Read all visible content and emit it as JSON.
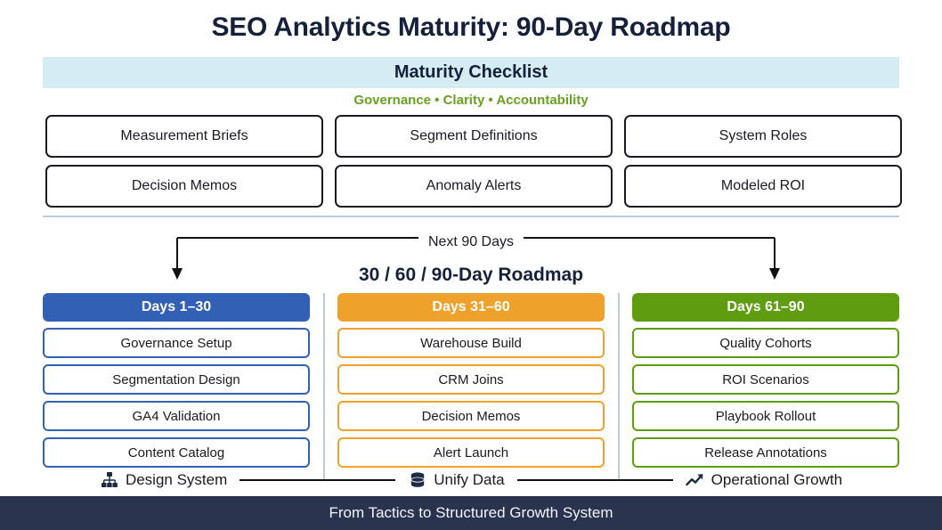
{
  "title": "SEO Analytics Maturity: 90-Day Roadmap",
  "checklist": {
    "band_label": "Maturity Checklist",
    "subtitle": "Governance • Clarity • Accountability",
    "items": [
      "Measurement Briefs",
      "Segment Definitions",
      "System Roles",
      "Decision Memos",
      "Anomaly Alerts",
      "Modeled ROI"
    ]
  },
  "connector": {
    "label": "Next 90 Days"
  },
  "roadmap": {
    "title": "30 / 60 / 90-Day Roadmap",
    "columns": [
      {
        "header": "Days 1–30",
        "color": "#3260b5",
        "border": "#3260b5",
        "items": [
          "Governance Setup",
          "Segmentation Design",
          "GA4 Validation",
          "Content Catalog"
        ]
      },
      {
        "header": "Days 31–60",
        "color": "#eea22c",
        "border": "#eea22c",
        "items": [
          "Warehouse Build",
          "CRM Joins",
          "Decision Memos",
          "Alert Launch"
        ]
      },
      {
        "header": "Days 61–90",
        "color": "#5f9c10",
        "border": "#5f9c10",
        "items": [
          "Quality Cohorts",
          "ROI Scenarios",
          "Playbook Rollout",
          "Release Annotations"
        ]
      }
    ]
  },
  "flow": {
    "nodes": [
      {
        "icon": "sitemap-icon",
        "label": "Design System"
      },
      {
        "icon": "database-icon",
        "label": "Unify Data"
      },
      {
        "icon": "trending-up-icon",
        "label": "Operational Growth"
      }
    ]
  },
  "banner": {
    "text": "From Tactics to Structured Growth System"
  },
  "colors": {
    "band": "#d4ecf2",
    "subtitle": "#68a020",
    "divider": "#b9cde2",
    "banner": "#28334d",
    "title": "#15213b"
  }
}
